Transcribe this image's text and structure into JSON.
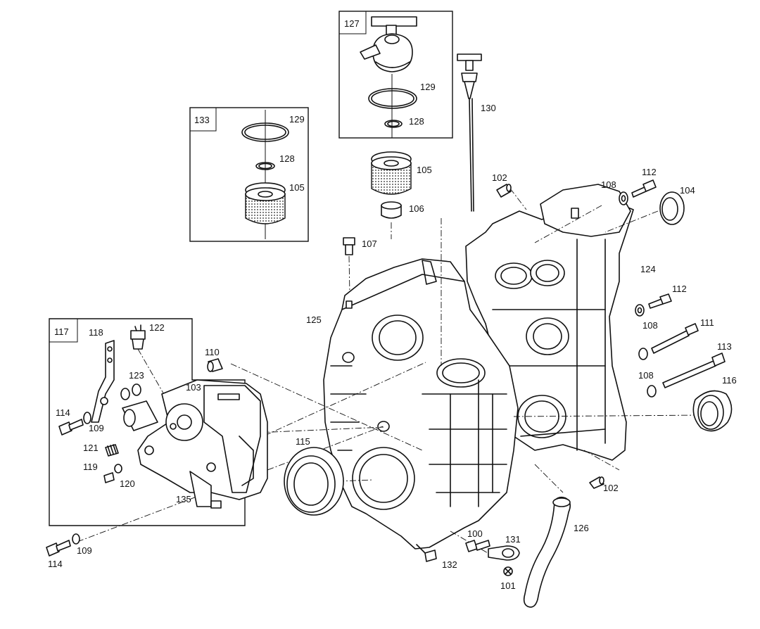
{
  "diagram": {
    "kit_boxes": [
      {
        "id": "133",
        "label": "133"
      },
      {
        "id": "127",
        "label": "127"
      },
      {
        "id": "117",
        "label": "117"
      }
    ],
    "labels": [
      {
        "id": "l129a",
        "text": "129"
      },
      {
        "id": "l128a",
        "text": "128"
      },
      {
        "id": "l105a",
        "text": "105"
      },
      {
        "id": "l129b",
        "text": "129"
      },
      {
        "id": "l128b",
        "text": "128"
      },
      {
        "id": "l105b",
        "text": "105"
      },
      {
        "id": "l106",
        "text": "106"
      },
      {
        "id": "l130",
        "text": "130"
      },
      {
        "id": "l107",
        "text": "107"
      },
      {
        "id": "l102a",
        "text": "102"
      },
      {
        "id": "l108a",
        "text": "108"
      },
      {
        "id": "l112a",
        "text": "112"
      },
      {
        "id": "l104",
        "text": "104"
      },
      {
        "id": "l124",
        "text": "124"
      },
      {
        "id": "l112b",
        "text": "112"
      },
      {
        "id": "l108b",
        "text": "108"
      },
      {
        "id": "l111",
        "text": "111"
      },
      {
        "id": "l113",
        "text": "113"
      },
      {
        "id": "l108c",
        "text": "108"
      },
      {
        "id": "l116",
        "text": "116"
      },
      {
        "id": "l125",
        "text": "125"
      },
      {
        "id": "l118",
        "text": "118"
      },
      {
        "id": "l122",
        "text": "122"
      },
      {
        "id": "l110",
        "text": "110"
      },
      {
        "id": "l123",
        "text": "123"
      },
      {
        "id": "l103",
        "text": "103"
      },
      {
        "id": "l114a",
        "text": "114"
      },
      {
        "id": "l109a",
        "text": "109"
      },
      {
        "id": "l121",
        "text": "121"
      },
      {
        "id": "l119",
        "text": "119"
      },
      {
        "id": "l120",
        "text": "120"
      },
      {
        "id": "l135",
        "text": "135"
      },
      {
        "id": "l115",
        "text": "115"
      },
      {
        "id": "l114b",
        "text": "114"
      },
      {
        "id": "l109b",
        "text": "109"
      },
      {
        "id": "l100",
        "text": "100"
      },
      {
        "id": "l131",
        "text": "131"
      },
      {
        "id": "l132",
        "text": "132"
      },
      {
        "id": "l101",
        "text": "101"
      },
      {
        "id": "l126",
        "text": "126"
      },
      {
        "id": "l102b",
        "text": "102"
      }
    ]
  }
}
